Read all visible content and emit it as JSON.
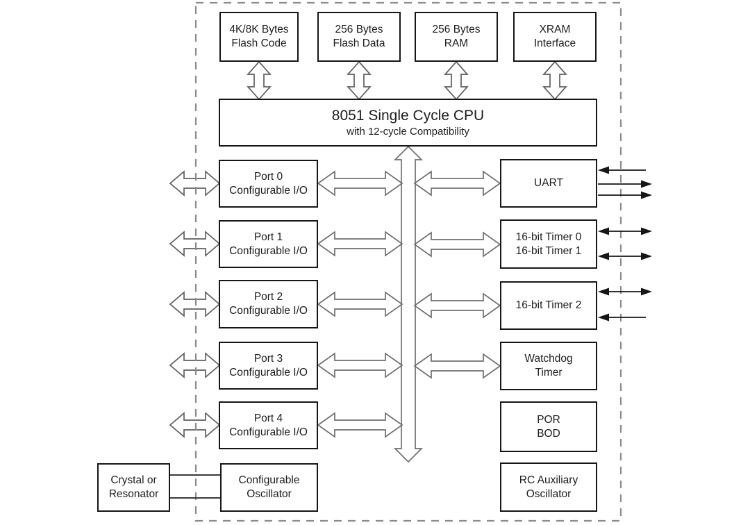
{
  "diagram_type": "mcu-block-diagram",
  "blocks": {
    "flash_code": {
      "line1": "4K/8K Bytes",
      "line2": "Flash Code"
    },
    "flash_data": {
      "line1": "256 Bytes",
      "line2": "Flash Data"
    },
    "ram": {
      "line1": "256 Bytes",
      "line2": "RAM"
    },
    "xram": {
      "line1": "XRAM",
      "line2": "Interface"
    },
    "cpu": {
      "title": "8051 Single Cycle CPU",
      "subtitle": "with 12-cycle Compatibility"
    },
    "port0": {
      "line1": "Port 0",
      "line2": "Configurable I/O"
    },
    "port1": {
      "line1": "Port 1",
      "line2": "Configurable I/O"
    },
    "port2": {
      "line1": "Port 2",
      "line2": "Configurable I/O"
    },
    "port3": {
      "line1": "Port 3",
      "line2": "Configurable I/O"
    },
    "port4": {
      "line1": "Port 4",
      "line2": "Configurable I/O"
    },
    "uart": {
      "line1": "UART"
    },
    "timer01": {
      "line1": "16-bit Timer 0",
      "line2": "16-bit Timer 1"
    },
    "timer2": {
      "line1": "16-bit Timer 2"
    },
    "watchdog": {
      "line1": "Watchdog",
      "line2": "Timer"
    },
    "por_bod": {
      "line1": "POR",
      "line2": "BOD"
    },
    "rc_osc": {
      "line1": "RC Auxiliary",
      "line2": "Oscillator"
    },
    "crystal": {
      "line1": "Crystal or",
      "line2": "Resonator"
    },
    "osc": {
      "line1": "Configurable",
      "line2": "Oscillator"
    }
  },
  "colors": {
    "background": "#ffffff",
    "box_border": "#161616",
    "text": "#1d1d1d",
    "outline_arrow": "#5f5f5f",
    "thin_arrow": "#151515",
    "dashed_boundary": "#8c8c8c"
  }
}
